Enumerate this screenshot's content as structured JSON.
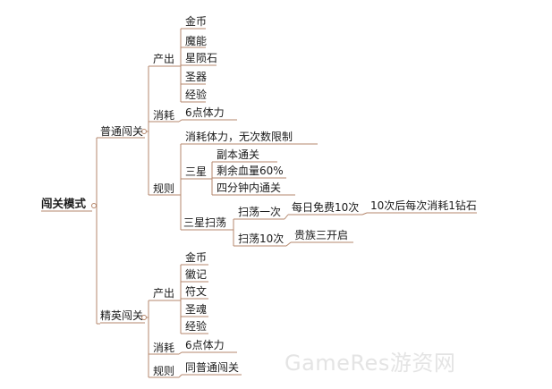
{
  "mindmap": {
    "root": "闯关模式",
    "normal": {
      "label": "普通闯关",
      "output": {
        "label": "产出",
        "items": [
          "金币",
          "魔能",
          "星陨石",
          "圣器",
          "经验"
        ]
      },
      "cost": {
        "label": "消耗",
        "value": "6点体力"
      },
      "rules": {
        "label": "规则",
        "note": "消耗体力，无次数限制",
        "three_star": {
          "label": "三星",
          "items": [
            "副本通关",
            "剩余血量60%",
            "四分钟内通关"
          ]
        },
        "sweep": {
          "label": "三星扫荡",
          "once": {
            "label": "扫荡一次",
            "free": "每日免费10次",
            "after": "10次后每次消耗1钻石"
          },
          "ten": {
            "label": "扫荡10次",
            "unlock": "贵族三开启"
          }
        }
      }
    },
    "elite": {
      "label": "精英闯关",
      "output": {
        "label": "产出",
        "items": [
          "金币",
          "徽记",
          "符文",
          "圣魂",
          "经验"
        ]
      },
      "cost": {
        "label": "消耗",
        "value": "6点体力"
      },
      "rules": {
        "label": "规则",
        "value": "同普通闯关"
      }
    }
  },
  "watermark": "GameRes游资网",
  "colors": {
    "line": "#b5876c",
    "grid": "#8a8a8a"
  }
}
